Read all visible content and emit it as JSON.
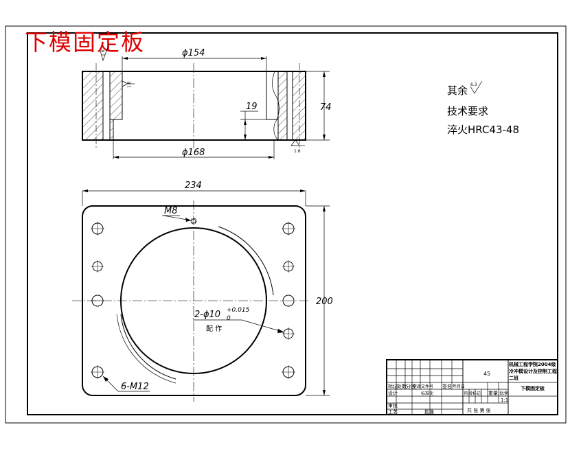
{
  "title": "下模固定板",
  "notes": {
    "roughness_prefix": "其余",
    "roughness_value": "6.3",
    "tech_req": "技术要求",
    "hardening": "淬火HRC43-48"
  },
  "dimensions": {
    "top_diameter": "ϕ154",
    "bottom_diameter": "ϕ168",
    "height": "74",
    "step": "19",
    "width": "234",
    "depth": "200",
    "thread_top": "M8",
    "thread_corner": "6-M12",
    "pin_hole": "2-ϕ10",
    "pin_tol_upper": "+0.015",
    "pin_tol_lower": "0",
    "pin_note": "配 作",
    "rough_a": "1.6",
    "rough_b": "1.6",
    "rough_c": "1.6"
  },
  "title_block": {
    "material": "45",
    "project": "机械工程学院2004级",
    "project2": "冷冲模设计及控制工程",
    "class": "二班",
    "part_name": "下模固定板",
    "scale_label": "比例",
    "scale": "1:1",
    "row_labels": [
      "标记",
      "处数",
      "分区",
      "更改文件号",
      "签名",
      "年月日"
    ],
    "design": "设计",
    "standard": "标准化",
    "stage": "阶段标记",
    "weight": "重量",
    "review": "审核",
    "process": "工艺",
    "approve": "批准",
    "sheets": "共 张 第 张"
  }
}
